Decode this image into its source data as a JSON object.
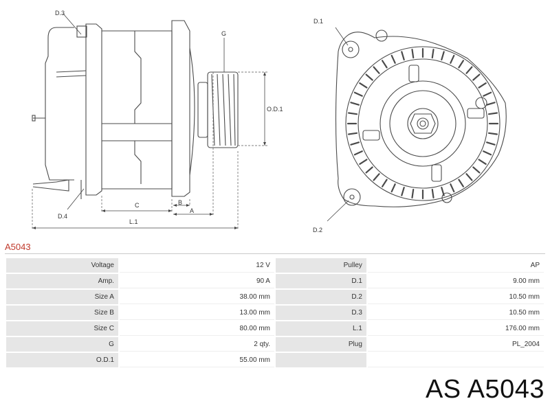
{
  "diagram": {
    "labels": {
      "d3": "D.3",
      "g": "G",
      "od1": "O.D.1",
      "d4": "D.4",
      "c": "C",
      "b": "B",
      "a": "A",
      "l1": "L.1",
      "d1": "D.1",
      "d2": "D.2"
    }
  },
  "part_code": "A5043",
  "specs": [
    {
      "label_left": "Voltage",
      "value_left": "12 V",
      "label_right": "Pulley",
      "value_right": "AP"
    },
    {
      "label_left": "Amp.",
      "value_left": "90 A",
      "label_right": "D.1",
      "value_right": "9.00 mm"
    },
    {
      "label_left": "Size A",
      "value_left": "38.00 mm",
      "label_right": "D.2",
      "value_right": "10.50 mm"
    },
    {
      "label_left": "Size B",
      "value_left": "13.00 mm",
      "label_right": "D.3",
      "value_right": "10.50 mm"
    },
    {
      "label_left": "Size C",
      "value_left": "80.00 mm",
      "label_right": "L.1",
      "value_right": "176.00 mm"
    },
    {
      "label_left": "G",
      "value_left": "2 qty.",
      "label_right": "Plug",
      "value_right": "PL_2004"
    },
    {
      "label_left": "O.D.1",
      "value_left": "55.00 mm",
      "label_right": "",
      "value_right": ""
    }
  ],
  "brand": "AS A5043"
}
